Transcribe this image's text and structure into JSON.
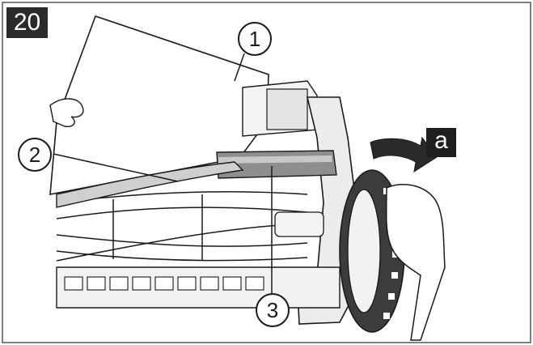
{
  "figure": {
    "step_number": "20",
    "direction_label": "a",
    "callouts": [
      "1",
      "2",
      "3"
    ]
  },
  "colors": {
    "line": "#1a1a1a",
    "badge": "#2b2b2b",
    "part_fill": "#cfcfcf",
    "part_dark": "#8e8e8e"
  }
}
